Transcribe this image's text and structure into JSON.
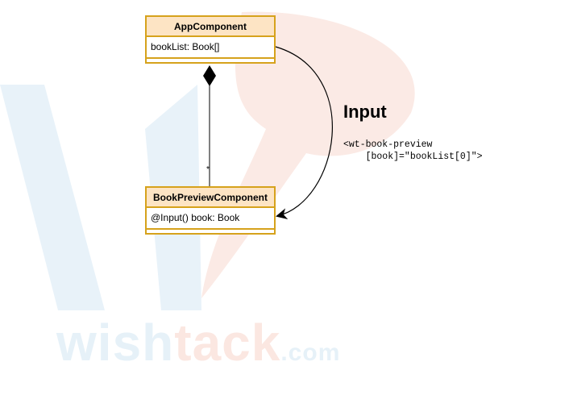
{
  "classes": {
    "app": {
      "name": "AppComponent",
      "attribute": "bookList: Book[]"
    },
    "preview": {
      "name": "BookPreviewComponent",
      "attribute": "@Input() book: Book"
    }
  },
  "relation": {
    "multiplicity": "*"
  },
  "annotation": {
    "title": "Input",
    "code": "<wt-book-preview\n    [book]=\"bookList[0]\">"
  },
  "watermark": {
    "part1": "wish",
    "part2": "tack",
    "part3": ".com"
  },
  "colors": {
    "class_border": "#d6a21c",
    "class_header": "#fde4c4",
    "watermark_blue": "#e6f1f8",
    "watermark_red": "#fbe7e1"
  }
}
